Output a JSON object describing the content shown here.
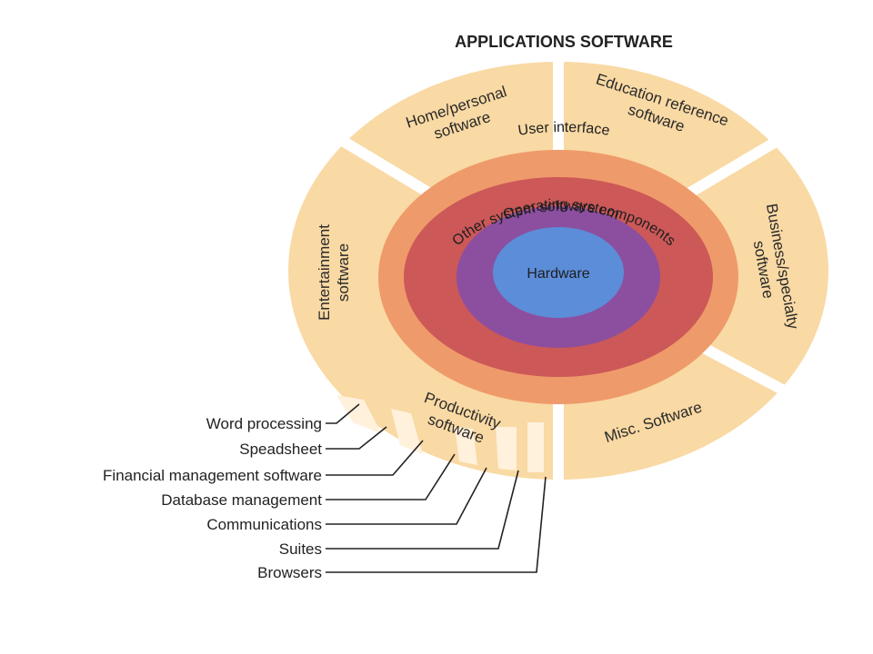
{
  "title": "APPLICATIONS SOFTWARE",
  "segments": {
    "home": [
      "Home/personal",
      "software"
    ],
    "education": [
      "Education reference",
      "software"
    ],
    "business": [
      "Business/specialty",
      "software"
    ],
    "misc": "Misc. Software",
    "productivity": [
      "Productivity",
      "software"
    ],
    "entertainment": [
      "Entertainment",
      "software"
    ]
  },
  "layers": {
    "user_interface": "User interface",
    "other_components": "Other system software components",
    "operating_system": "Operating system",
    "hardware": "Hardware"
  },
  "productivity_items": [
    "Word processing",
    "Speadsheet",
    "Financial management software",
    "Database management",
    "Communications",
    "Suites",
    "Browsers"
  ],
  "colors": {
    "outer_ring": "#f9d9a4",
    "user_interface": "#ef9a6a",
    "other_components": "#cc5858",
    "operating_system": "#8c4fa0",
    "hardware": "#5c8dd8"
  }
}
